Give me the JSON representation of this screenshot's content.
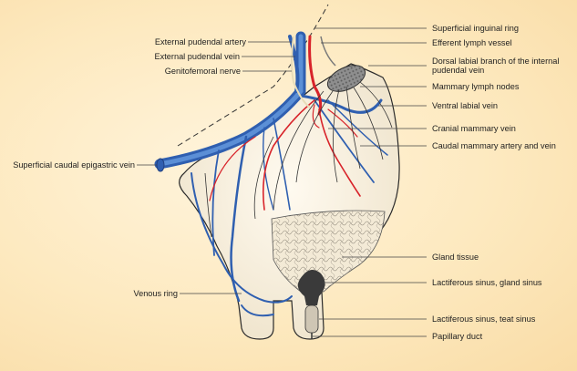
{
  "labels": {
    "external_pudendal_artery": "External pudendal artery",
    "external_pudendal_vein": "External pudendal vein",
    "genitofemoral_nerve": "Genitofemoral nerve",
    "superficial_caudal_epigastric_vein": "Superficial caudal epigastric vein",
    "venous_ring": "Venous ring",
    "superficial_inguinal_ring": "Superficial inguinal ring",
    "efferent_lymph_vessel": "Efferent lymph vessel",
    "dorsal_labial_branch": "Dorsal labial branch of the internal pudendal vein",
    "mammary_lymph_nodes": "Mammary lymph nodes",
    "ventral_labial_vein": "Ventral labial vein",
    "cranial_mammary_vein": "Cranial mammary vein",
    "caudal_mammary_artery_vein": "Caudal mammary artery and vein",
    "gland_tissue": "Gland tissue",
    "lactiferous_sinus_gland": "Lactiferous sinus, gland sinus",
    "lactiferous_sinus_teat": "Lactiferous sinus, teat sinus",
    "papillary_duct": "Papillary duct"
  },
  "colors": {
    "background": "#fde9bf",
    "vein": "#2f5fb0",
    "vein_light": "#5b8fd6",
    "artery": "#d8232a",
    "nerve": "#e6d8b0",
    "outline": "#3a3a3a",
    "leader": "#444444",
    "lymph": "#7a7a7a"
  }
}
